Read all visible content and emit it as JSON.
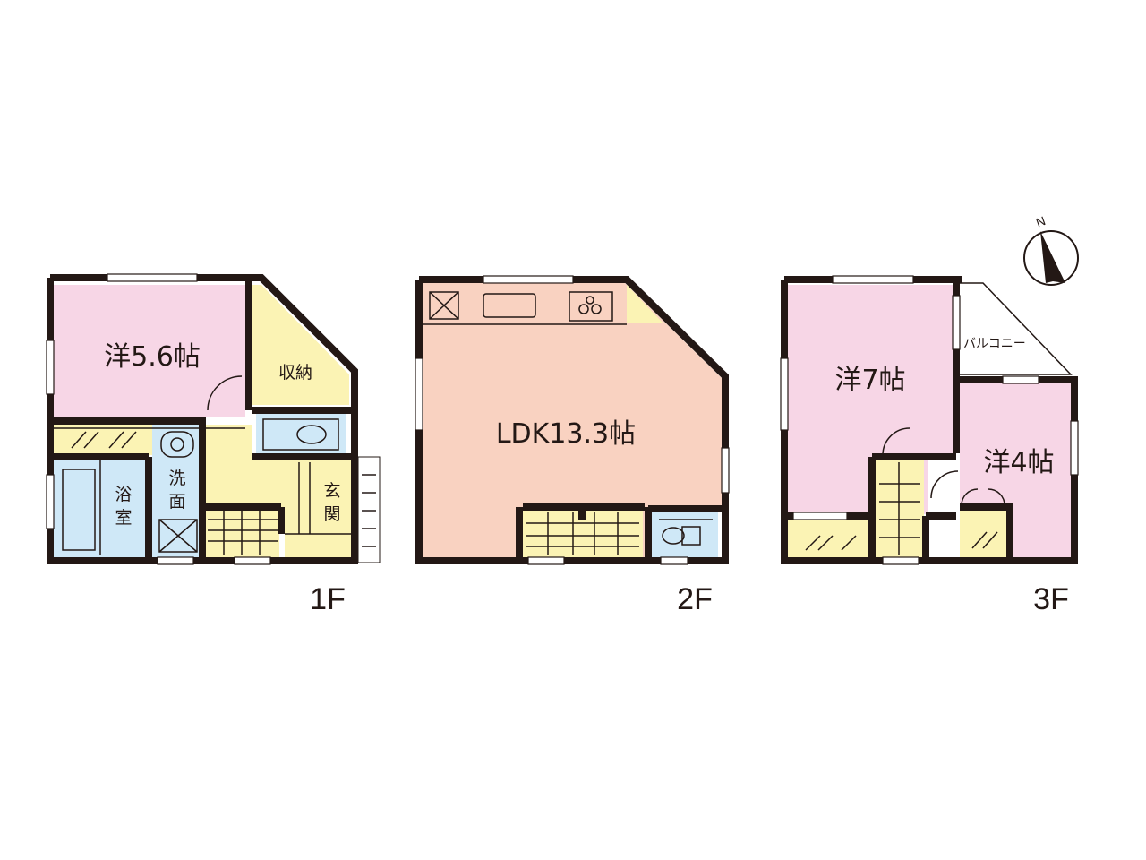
{
  "floor_1": {
    "floor_label": "1F",
    "rooms": {
      "western_room": "洋5.6帖",
      "storage": "収納",
      "bathroom_line1": "浴",
      "bathroom_line2": "室",
      "washroom_line1": "洗",
      "washroom_line2": "面",
      "entrance_line1": "玄",
      "entrance_line2": "関"
    }
  },
  "floor_2": {
    "floor_label": "2F",
    "rooms": {
      "ldk": "LDK13.3帖"
    }
  },
  "floor_3": {
    "floor_label": "3F",
    "rooms": {
      "western_room_a": "洋7帖",
      "western_room_b": "洋4帖",
      "balcony": "バルコニー"
    }
  },
  "compass": {
    "north_label": "N"
  },
  "colors": {
    "wall": "#231815",
    "western_room": "#f7d6e6",
    "ldk": "#f9d2c1",
    "storage_hall": "#fbf3b4",
    "wet_area": "#cfe8f7",
    "balcony": "#ffffff"
  }
}
